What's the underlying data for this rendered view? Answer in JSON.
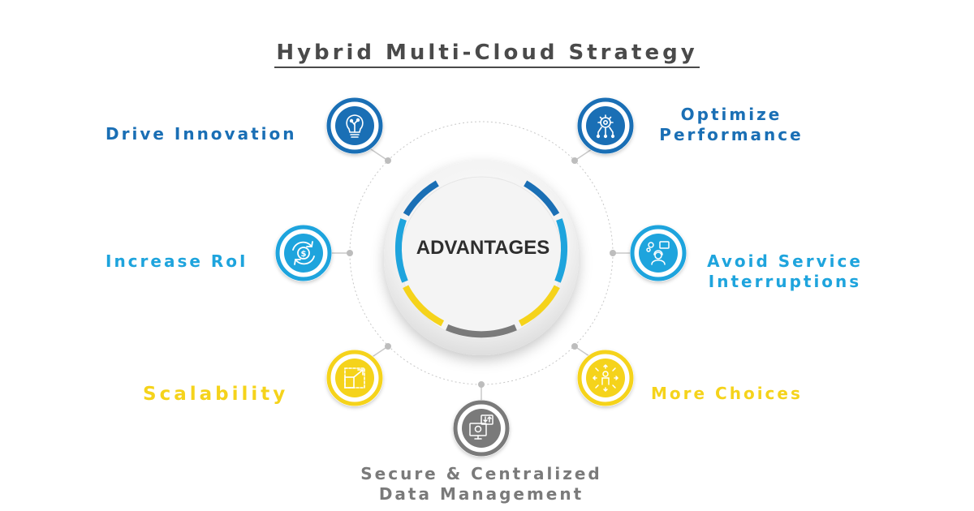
{
  "title": "Hybrid Multi-Cloud Strategy",
  "center": {
    "label": "ADVANTAGES"
  },
  "colors": {
    "dark_blue": "#1a6fb5",
    "light_blue": "#1ea4dd",
    "yellow": "#f5d31b",
    "gray": "#7a7a7a",
    "title": "#4a4a4a"
  },
  "advantages": {
    "drive_innovation": {
      "lines": [
        "Drive Innovation"
      ],
      "icon": "lightbulb-circuit-icon",
      "color": "#1a6fb5"
    },
    "optimize_performance": {
      "lines": [
        "Optimize",
        "Performance"
      ],
      "icon": "gear-circuit-icon",
      "color": "#1a6fb5"
    },
    "increase_roi": {
      "lines": [
        "Increase RoI"
      ],
      "icon": "dollar-cycle-icon",
      "color": "#1ea4dd"
    },
    "avoid_service_interruptions": {
      "lines": [
        "Avoid Service",
        "Interruptions"
      ],
      "icon": "support-agent-icon",
      "color": "#1ea4dd"
    },
    "scalability": {
      "lines": [
        "Scalability"
      ],
      "icon": "resize-arrow-icon",
      "color": "#f5d31b"
    },
    "more_choices": {
      "lines": [
        "More Choices"
      ],
      "icon": "person-arrows-icon",
      "color": "#f5d31b"
    },
    "secure_data_management": {
      "lines": [
        "Secure & Centralized",
        "Data Management"
      ],
      "icon": "monitor-data-icon",
      "color": "#7a7a7a"
    }
  }
}
